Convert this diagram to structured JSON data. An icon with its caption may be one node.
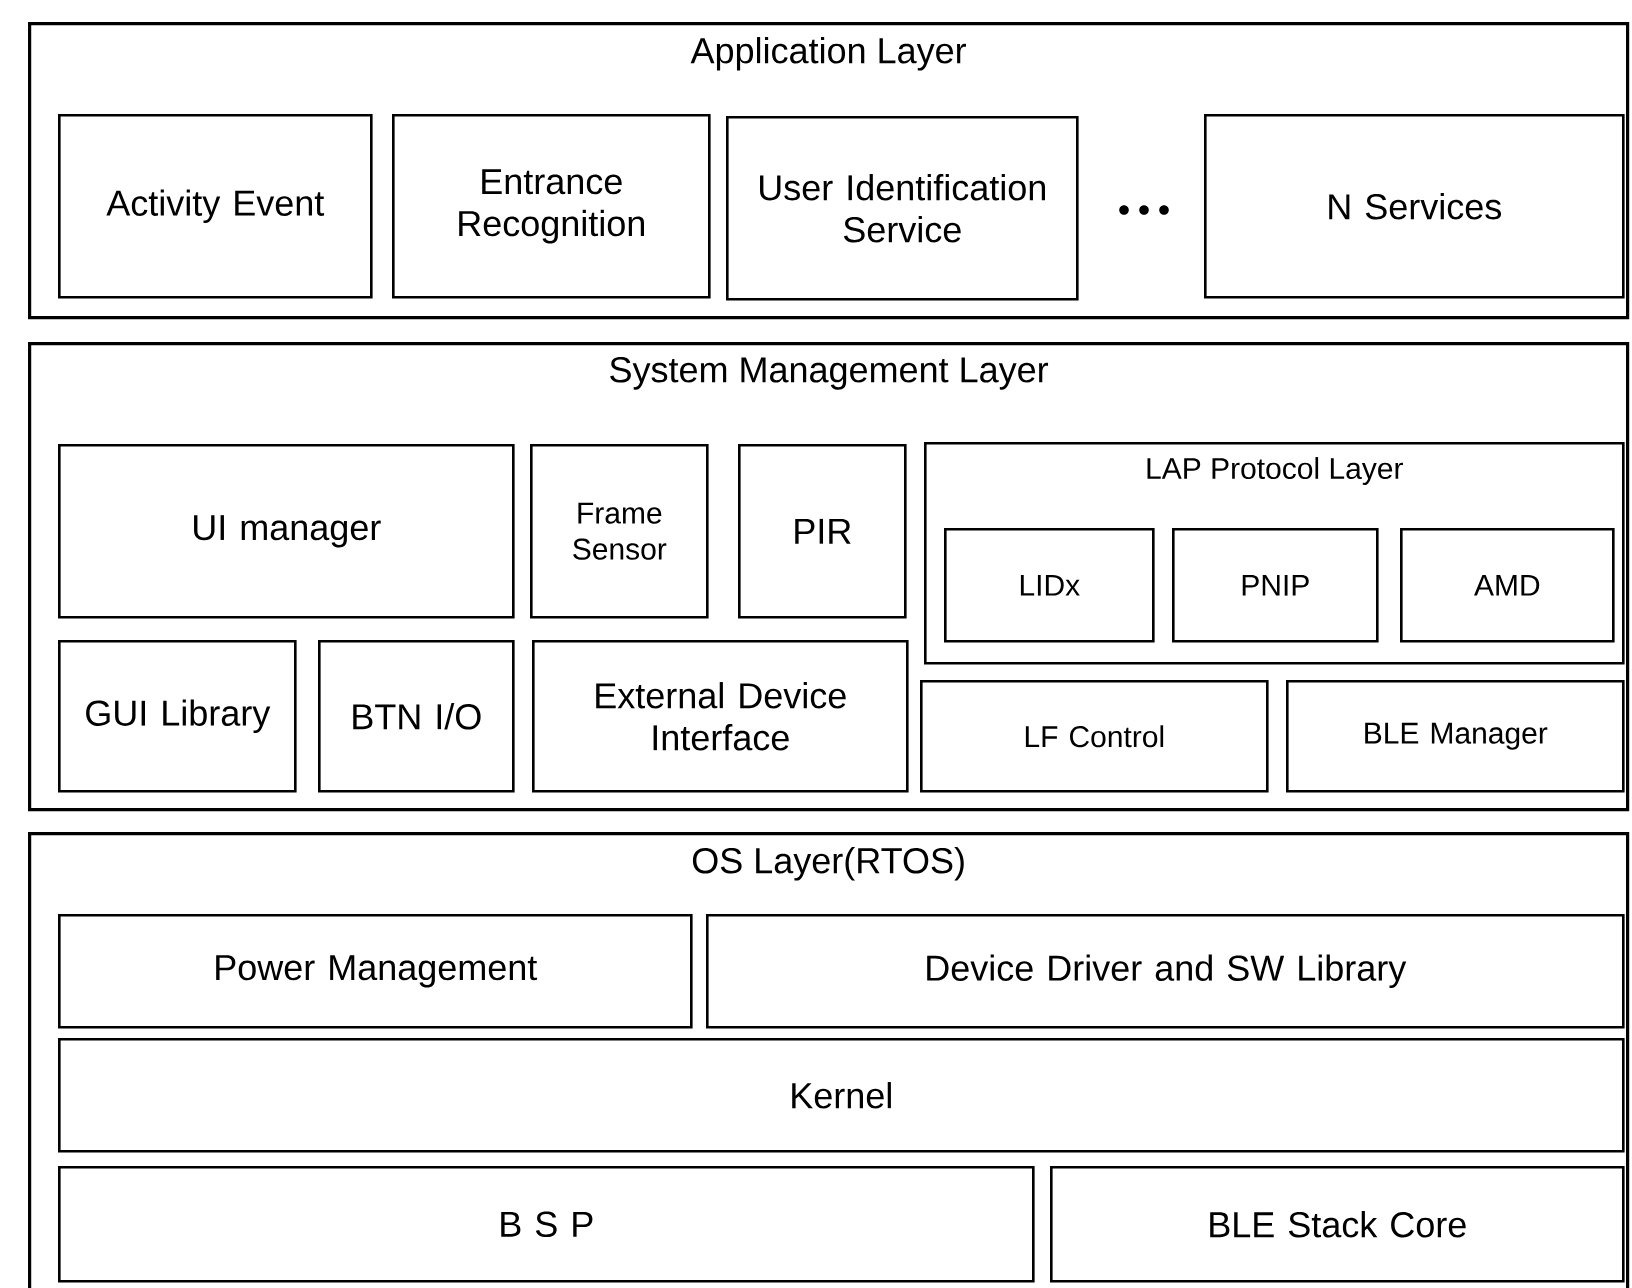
{
  "diagram": {
    "nodes": [
      {
        "text": [
          "Application Layer"
        ]
      },
      {
        "text": [
          "Activity Event"
        ],
        "in": 0
      },
      {
        "text": [
          "Entrance Recognition"
        ],
        "in": 0
      },
      {
        "text": [
          "User Identification Service"
        ],
        "in": 0
      },
      {
        "text": [
          "N Services"
        ],
        "in": 0
      },
      {
        "text": [
          "System Management Layer"
        ]
      },
      {
        "text": [
          "UI manager"
        ],
        "in": 5
      },
      {
        "text": [
          "Frame Sensor"
        ],
        "in": 5
      },
      {
        "text": [
          "PIR"
        ],
        "in": 5
      },
      {
        "text": [
          "LAP Protocol Layer"
        ],
        "in": 5
      },
      {
        "text": [
          "LIDx"
        ],
        "in": 9
      },
      {
        "text": [
          "PNIP"
        ],
        "in": 9
      },
      {
        "text": [
          "AMD"
        ],
        "in": 9
      },
      {
        "text": [
          "GUI Library"
        ],
        "in": 5
      },
      {
        "text": [
          "BTN I/O"
        ],
        "in": 5
      },
      {
        "text": [
          "External Device Interface"
        ],
        "in": 5
      },
      {
        "text": [
          "LF Control"
        ],
        "in": 5
      },
      {
        "text": [
          "BLE Manager"
        ],
        "in": 5
      },
      {
        "text": [
          "OS Layer(RTOS)"
        ]
      },
      {
        "text": [
          "Power Management"
        ],
        "in": 18
      },
      {
        "text": [
          "Device Driver and SW Library"
        ],
        "in": 18
      },
      {
        "text": [
          "Kernel"
        ],
        "in": 18
      },
      {
        "text": [
          "B S P"
        ],
        "in": 18
      },
      {
        "text": [
          "BLE Stack Core"
        ],
        "in": 18
      }
    ]
  }
}
